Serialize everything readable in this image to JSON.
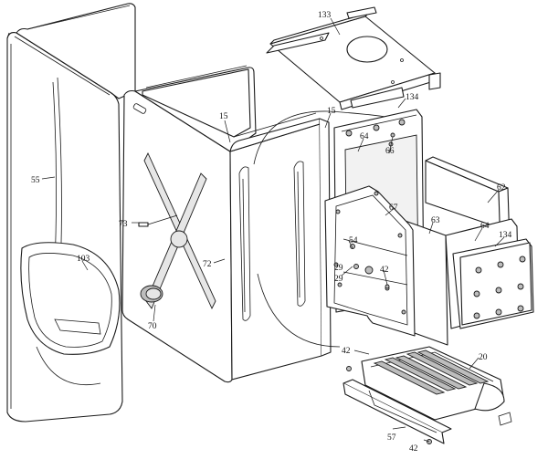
{
  "diagram": {
    "callouts": [
      {
        "id": "c133",
        "text": "133"
      },
      {
        "id": "c134a",
        "text": "134"
      },
      {
        "id": "c15a",
        "text": "15"
      },
      {
        "id": "c15b",
        "text": "15"
      },
      {
        "id": "c64a",
        "text": "64"
      },
      {
        "id": "c66",
        "text": "66"
      },
      {
        "id": "c55",
        "text": "55"
      },
      {
        "id": "c73",
        "text": "73"
      },
      {
        "id": "c62",
        "text": "62"
      },
      {
        "id": "c67",
        "text": "67"
      },
      {
        "id": "c63",
        "text": "63"
      },
      {
        "id": "c64b",
        "text": "64"
      },
      {
        "id": "c134b",
        "text": "134"
      },
      {
        "id": "c54",
        "text": "54"
      },
      {
        "id": "c103",
        "text": "103"
      },
      {
        "id": "c72",
        "text": "72"
      },
      {
        "id": "c29a",
        "text": "29"
      },
      {
        "id": "c29b",
        "text": "29"
      },
      {
        "id": "c42a",
        "text": "42"
      },
      {
        "id": "c70",
        "text": "70"
      },
      {
        "id": "c42b",
        "text": "42"
      },
      {
        "id": "c20",
        "text": "20"
      },
      {
        "id": "c57",
        "text": "57"
      },
      {
        "id": "c42c",
        "text": "42"
      }
    ]
  }
}
